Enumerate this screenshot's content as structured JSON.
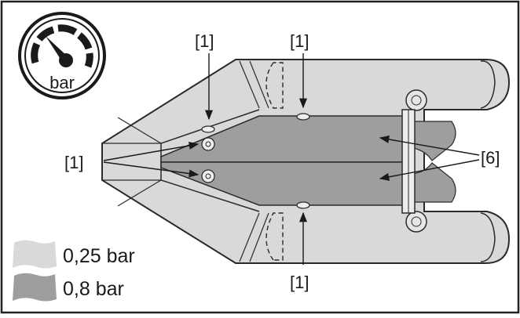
{
  "figure": {
    "gauge_unit": "bar",
    "gauge_icon": "pressure-gauge-icon",
    "colors": {
      "frame": "#222222",
      "low_pressure_fill": "#d9d9d9",
      "high_pressure_fill": "#9e9e9e",
      "outline": "#2a2a2a"
    },
    "callouts": {
      "valve_top_left": "[1]",
      "valve_top_center": "[1]",
      "valve_left_pair": "[1]",
      "valve_bottom_center": "[1]",
      "floor_chambers": "[6]"
    },
    "legend": [
      {
        "label": "0,25 bar",
        "swatch": "low_pressure_fill"
      },
      {
        "label": "0,8 bar",
        "swatch": "high_pressure_fill"
      }
    ]
  }
}
